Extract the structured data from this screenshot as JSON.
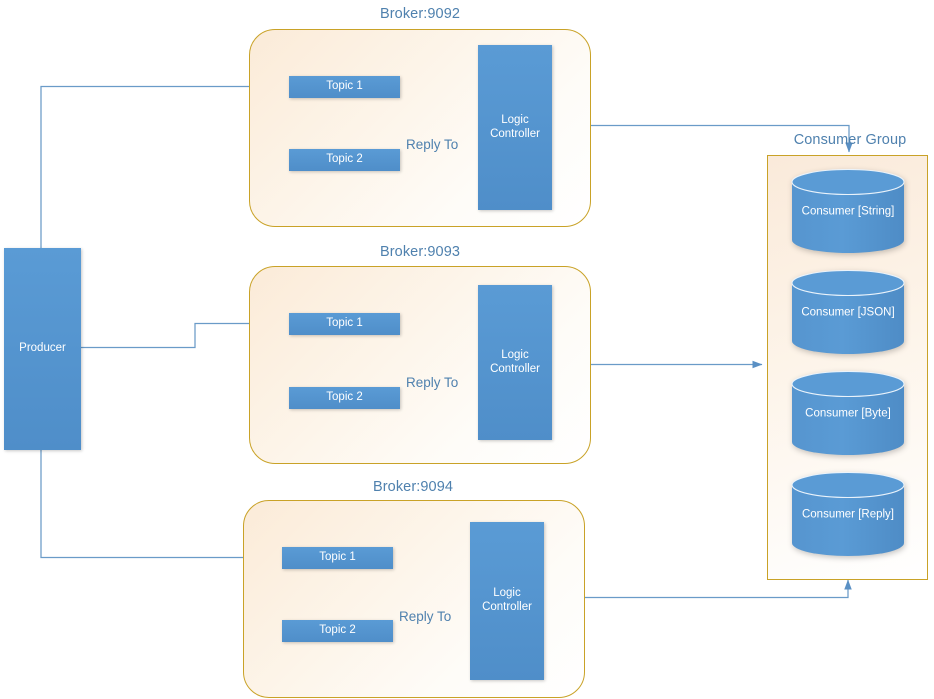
{
  "diagram": {
    "title_text_color": "#4F81AE",
    "accent_blue": "#5A9BD5",
    "container_border": "#C9A227",
    "container_fill": "#FDF4E9",
    "producer": {
      "label": "Producer"
    },
    "brokers": [
      {
        "caption": "Broker:9092",
        "topic1": "Topic 1",
        "topic2": "Topic 2",
        "controller": "Logic\nController",
        "controller_line1": "Logic",
        "controller_line2": "Controller",
        "reply_label": "Reply To"
      },
      {
        "caption": "Broker:9093",
        "topic1": "Topic 1",
        "topic2": "Topic 2",
        "controller_line1": "Logic",
        "controller_line2": "Controller",
        "reply_label": "Reply To"
      },
      {
        "caption": "Broker:9094",
        "topic1": "Topic 1",
        "topic2": "Topic 2",
        "controller_line1": "Logic",
        "controller_line2": "Controller",
        "reply_label": "Reply To"
      }
    ],
    "consumer_group": {
      "caption": "Consumer Group",
      "consumers": [
        {
          "label": "Consumer [String]"
        },
        {
          "label": "Consumer [JSON]"
        },
        {
          "label": "Consumer [Byte]"
        },
        {
          "label": "Consumer [Reply]"
        }
      ]
    }
  }
}
